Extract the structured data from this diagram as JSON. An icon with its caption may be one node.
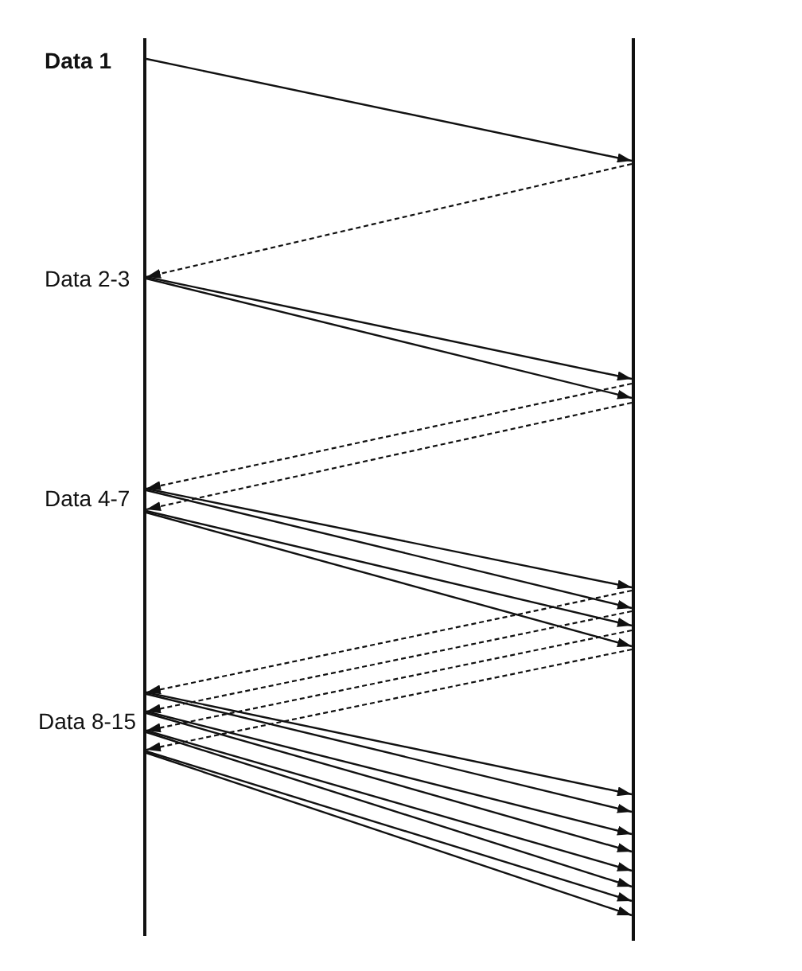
{
  "diagram": {
    "nodes": [
      {
        "text": [],
        "shape": "bar"
      },
      {
        "text": [],
        "shape": "bar"
      }
    ],
    "edges": [
      {
        "from": 0,
        "to": 1,
        "arrow": "to"
      },
      {
        "from": 1,
        "to": 0,
        "arrow": "to",
        "style": "dashed"
      },
      {
        "from": 0,
        "to": 1,
        "arrow": "to"
      },
      {
        "from": 0,
        "to": 1,
        "arrow": "to"
      },
      {
        "from": 1,
        "to": 0,
        "arrow": "to",
        "style": "dashed"
      },
      {
        "from": 1,
        "to": 0,
        "arrow": "to",
        "style": "dashed"
      },
      {
        "from": 0,
        "to": 1,
        "arrow": "to"
      },
      {
        "from": 0,
        "to": 1,
        "arrow": "to"
      },
      {
        "from": 0,
        "to": 1,
        "arrow": "to"
      },
      {
        "from": 0,
        "to": 1,
        "arrow": "to"
      },
      {
        "from": 1,
        "to": 0,
        "arrow": "to",
        "style": "dashed"
      },
      {
        "from": 1,
        "to": 0,
        "arrow": "to",
        "style": "dashed"
      },
      {
        "from": 1,
        "to": 0,
        "arrow": "to",
        "style": "dashed"
      },
      {
        "from": 1,
        "to": 0,
        "arrow": "to",
        "style": "dashed"
      },
      {
        "from": 0,
        "to": 1,
        "arrow": "to"
      },
      {
        "from": 0,
        "to": 1,
        "arrow": "to"
      },
      {
        "from": 0,
        "to": 1,
        "arrow": "to"
      },
      {
        "from": 0,
        "to": 1,
        "arrow": "to"
      },
      {
        "from": 0,
        "to": 1,
        "arrow": "to"
      },
      {
        "from": 0,
        "to": 1,
        "arrow": "to"
      },
      {
        "from": 0,
        "to": 1,
        "arrow": "to"
      },
      {
        "from": 0,
        "to": 1,
        "arrow": "to"
      }
    ],
    "labels": [
      "Data 1",
      "Data 2-3",
      "Data 4-7",
      "Data 8-15"
    ]
  }
}
